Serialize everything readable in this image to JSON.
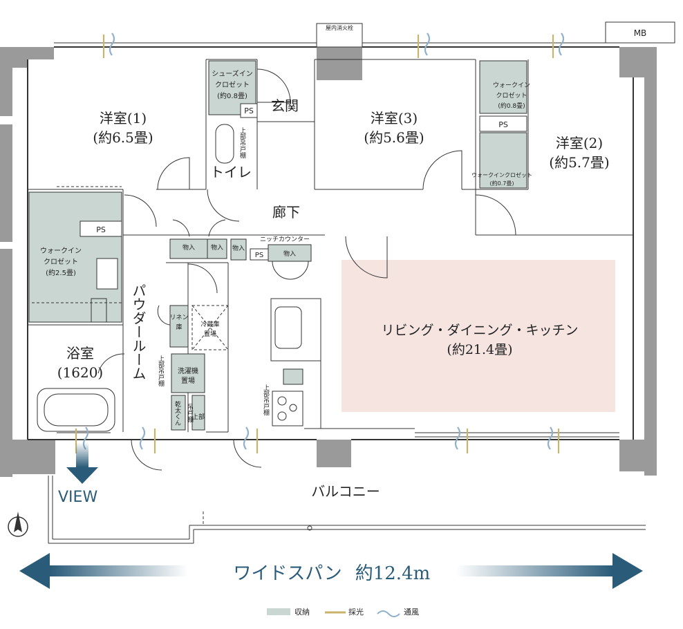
{
  "rooms": {
    "western1": {
      "name": "洋室(1)",
      "size": "(約6.5畳)"
    },
    "western2": {
      "name": "洋室(2)",
      "size": "(約5.7畳)"
    },
    "western3": {
      "name": "洋室(3)",
      "size": "(約5.6畳)"
    },
    "ldk": {
      "name": "リビング・ダイニング・キッチン",
      "size": "(約21.4畳)"
    },
    "bath": {
      "name": "浴室",
      "size": "(1620)"
    },
    "entrance": "玄関",
    "toilet": "トイレ",
    "corridor": "廊下",
    "powder_room": "パウダールーム",
    "balcony": "バルコニー"
  },
  "storage": {
    "shoes_closet": [
      "シューズイン",
      "クロゼット",
      "(約0.8畳)"
    ],
    "walkin_big": [
      "ウォークイン",
      "クロゼット",
      "(約2.5畳)"
    ],
    "walkin_r2_upper": [
      "ウォークイン",
      "クロゼット",
      "(約0.8畳)"
    ],
    "walkin_r2_lower": [
      "ウォークインクロゼット",
      "(約0.7畳)"
    ],
    "monoire": "物入",
    "niche_counter": "ニッチカウンター",
    "linen": [
      "リネン",
      "庫"
    ],
    "fridge": [
      "冷蔵庫",
      "置場"
    ],
    "washer": [
      "洗濯機",
      "置場"
    ],
    "dryer": [
      "乾太くん"
    ],
    "upper_cabinet": [
      "上部吊戸棚"
    ],
    "toilet_cabinet": [
      "上部吊戸棚"
    ],
    "top_cabinet_dryer": [
      "上部",
      "吊戸棚"
    ],
    "ps": "PS",
    "mb": "MB",
    "hydrant": "屋内消火栓"
  },
  "view": {
    "label": "VIEW"
  },
  "span": {
    "label": "ワイドスパン",
    "value": "約12.4m"
  },
  "legend": [
    {
      "label": "収納",
      "kind": "storage",
      "color": "#c9d6d1"
    },
    {
      "label": "採光",
      "kind": "light",
      "color": "#c9b26a"
    },
    {
      "label": "通風",
      "kind": "wind",
      "color": "#8fb0c8"
    }
  ],
  "colors": {
    "ldk_fill": "#f6e4e1",
    "storage": "#c9d6d1",
    "arrow": "#2a5b79",
    "wall": "#9a9a9a"
  }
}
